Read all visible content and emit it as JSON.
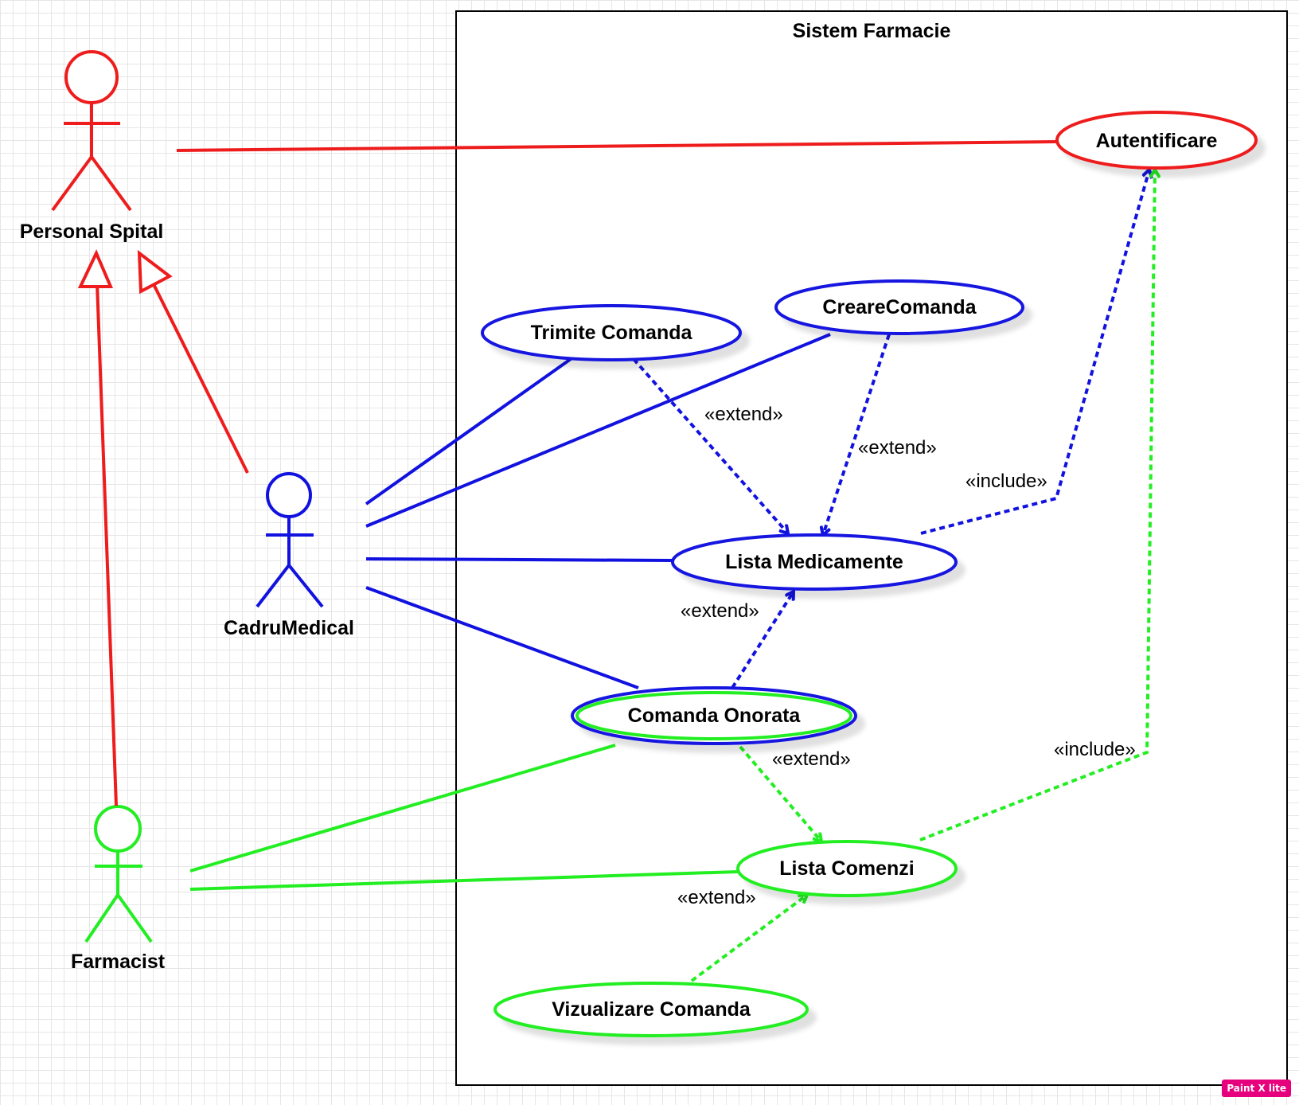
{
  "system": {
    "title": "Sistem Farmacie"
  },
  "colors": {
    "red": "#ee1c1c",
    "blue": "#1212e0",
    "green": "#22ee22",
    "border": "#000000"
  },
  "actors": {
    "personal_spital": "Personal Spital",
    "cadru_medical": "CadruMedical",
    "farmacist": "Farmacist"
  },
  "usecases": {
    "autentificare": "Autentificare",
    "creare_comanda": "CreareComanda",
    "trimite_comanda": "Trimite Comanda",
    "lista_medicamente": "Lista Medicamente",
    "comanda_onorata": "Comanda Onorata",
    "lista_comenzi": "Lista Comenzi",
    "vizualizare_comanda": "Vizualizare Comanda"
  },
  "stereotypes": {
    "extend": "«extend»",
    "include": "«include»"
  },
  "badge": "Paint X lite"
}
